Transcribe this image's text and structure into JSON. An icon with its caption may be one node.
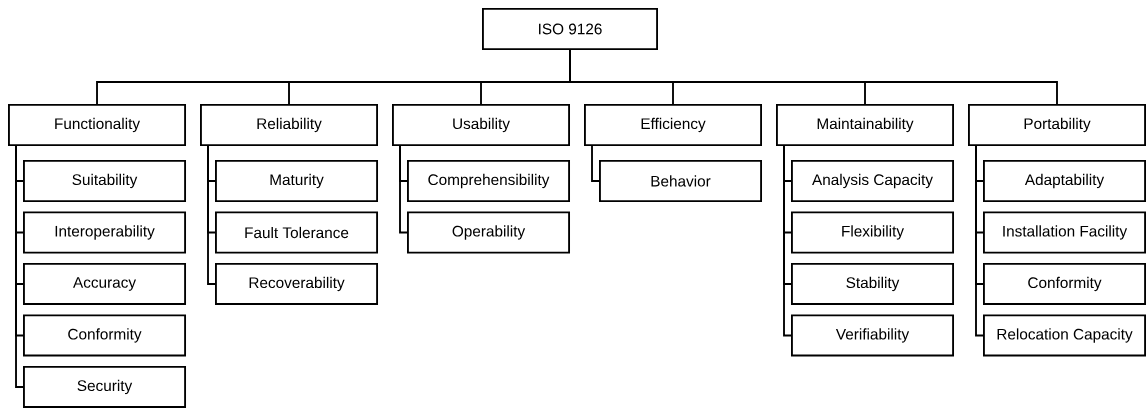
{
  "diagram": {
    "nodes": [
      {
        "text": [
          "ISO 9126"
        ]
      },
      {
        "text": [
          "Functionality"
        ]
      },
      {
        "text": [
          "Suitability"
        ]
      },
      {
        "text": [
          "Interoperability"
        ]
      },
      {
        "text": [
          "Accuracy"
        ]
      },
      {
        "text": [
          "Conformity"
        ]
      },
      {
        "text": [
          "Security"
        ]
      },
      {
        "text": [
          "Reliability"
        ]
      },
      {
        "text": [
          "Maturity"
        ]
      },
      {
        "text": [
          "Fault Tolerance"
        ]
      },
      {
        "text": [
          "Recoverability"
        ]
      },
      {
        "text": [
          "Usability"
        ]
      },
      {
        "text": [
          "Comprehensibility"
        ]
      },
      {
        "text": [
          "Operability"
        ]
      },
      {
        "text": [
          "Efficiency"
        ]
      },
      {
        "text": [
          "Behavior"
        ]
      },
      {
        "text": [
          "Maintainability"
        ]
      },
      {
        "text": [
          "Analysis Capacity"
        ]
      },
      {
        "text": [
          "Flexibility"
        ]
      },
      {
        "text": [
          "Stability"
        ]
      },
      {
        "text": [
          "Verifiability"
        ]
      },
      {
        "text": [
          "Portability"
        ]
      },
      {
        "text": [
          "Adaptability"
        ]
      },
      {
        "text": [
          "Installation Facility"
        ]
      },
      {
        "text": [
          "Conformity"
        ]
      },
      {
        "text": [
          "Relocation Capacity"
        ]
      }
    ],
    "edges": [
      {
        "from": 0,
        "to": 1,
        "arrow": "none"
      },
      {
        "from": 0,
        "to": 7,
        "arrow": "none"
      },
      {
        "from": 0,
        "to": 11,
        "arrow": "none"
      },
      {
        "from": 0,
        "to": 14,
        "arrow": "none"
      },
      {
        "from": 0,
        "to": 16,
        "arrow": "none"
      },
      {
        "from": 0,
        "to": 21,
        "arrow": "none"
      },
      {
        "from": 1,
        "to": 2,
        "arrow": "none"
      },
      {
        "from": 1,
        "to": 3,
        "arrow": "none"
      },
      {
        "from": 1,
        "to": 4,
        "arrow": "none"
      },
      {
        "from": 1,
        "to": 5,
        "arrow": "none"
      },
      {
        "from": 1,
        "to": 6,
        "arrow": "none"
      },
      {
        "from": 7,
        "to": 8,
        "arrow": "none"
      },
      {
        "from": 7,
        "to": 9,
        "arrow": "none"
      },
      {
        "from": 7,
        "to": 10,
        "arrow": "none"
      },
      {
        "from": 11,
        "to": 12,
        "arrow": "none"
      },
      {
        "from": 11,
        "to": 13,
        "arrow": "none"
      },
      {
        "from": 14,
        "to": 15,
        "arrow": "none"
      },
      {
        "from": 16,
        "to": 17,
        "arrow": "none"
      },
      {
        "from": 16,
        "to": 18,
        "arrow": "none"
      },
      {
        "from": 16,
        "to": 19,
        "arrow": "none"
      },
      {
        "from": 16,
        "to": 20,
        "arrow": "none"
      },
      {
        "from": 21,
        "to": 22,
        "arrow": "none"
      },
      {
        "from": 21,
        "to": 23,
        "arrow": "none"
      },
      {
        "from": 21,
        "to": 24,
        "arrow": "none"
      },
      {
        "from": 21,
        "to": 25,
        "arrow": "none"
      }
    ]
  }
}
